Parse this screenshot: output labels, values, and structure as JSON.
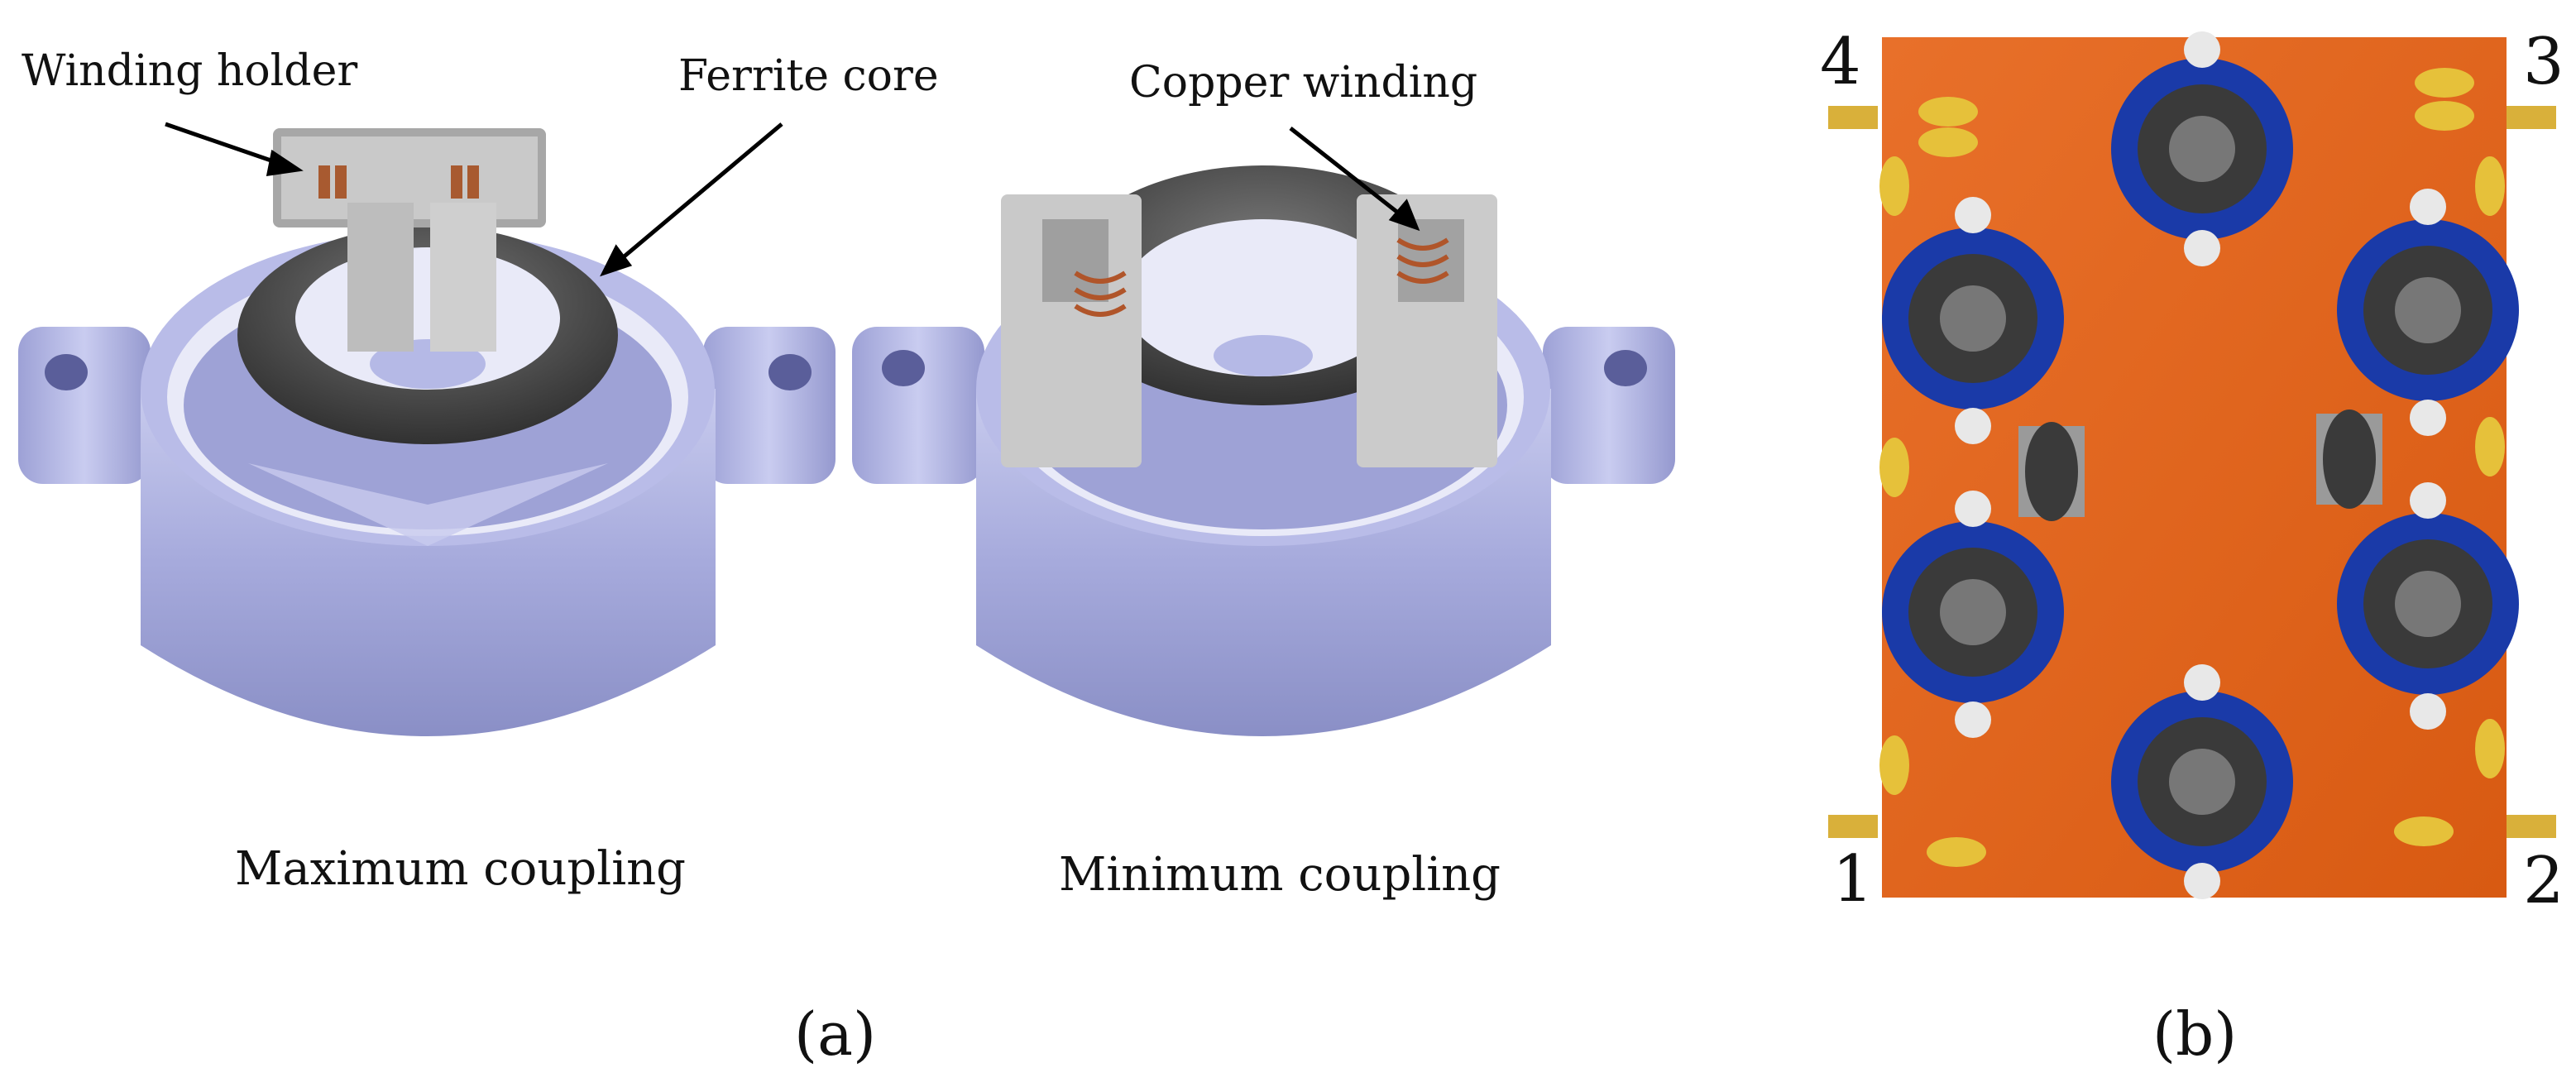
{
  "panel_a": {
    "callouts": {
      "winding_holder": "Winding holder",
      "ferrite_core": "Ferrite core",
      "copper_winding": "Copper winding"
    },
    "captions": {
      "left": "Maximum coupling",
      "right": "Minimum coupling"
    },
    "label": "(a)"
  },
  "panel_b": {
    "ports": [
      "1",
      "2",
      "3",
      "4"
    ],
    "label": "(b)"
  },
  "colors": {
    "housing": "#a8acdc",
    "housing_dark": "#8085bd",
    "ferrite": "#4a4a4a",
    "holder": "#c2c2c2",
    "copper": "#b0552a",
    "pcb": "#e0661c",
    "blue_mount": "#1a3aa8",
    "yellow_component": "#e6c13a"
  }
}
